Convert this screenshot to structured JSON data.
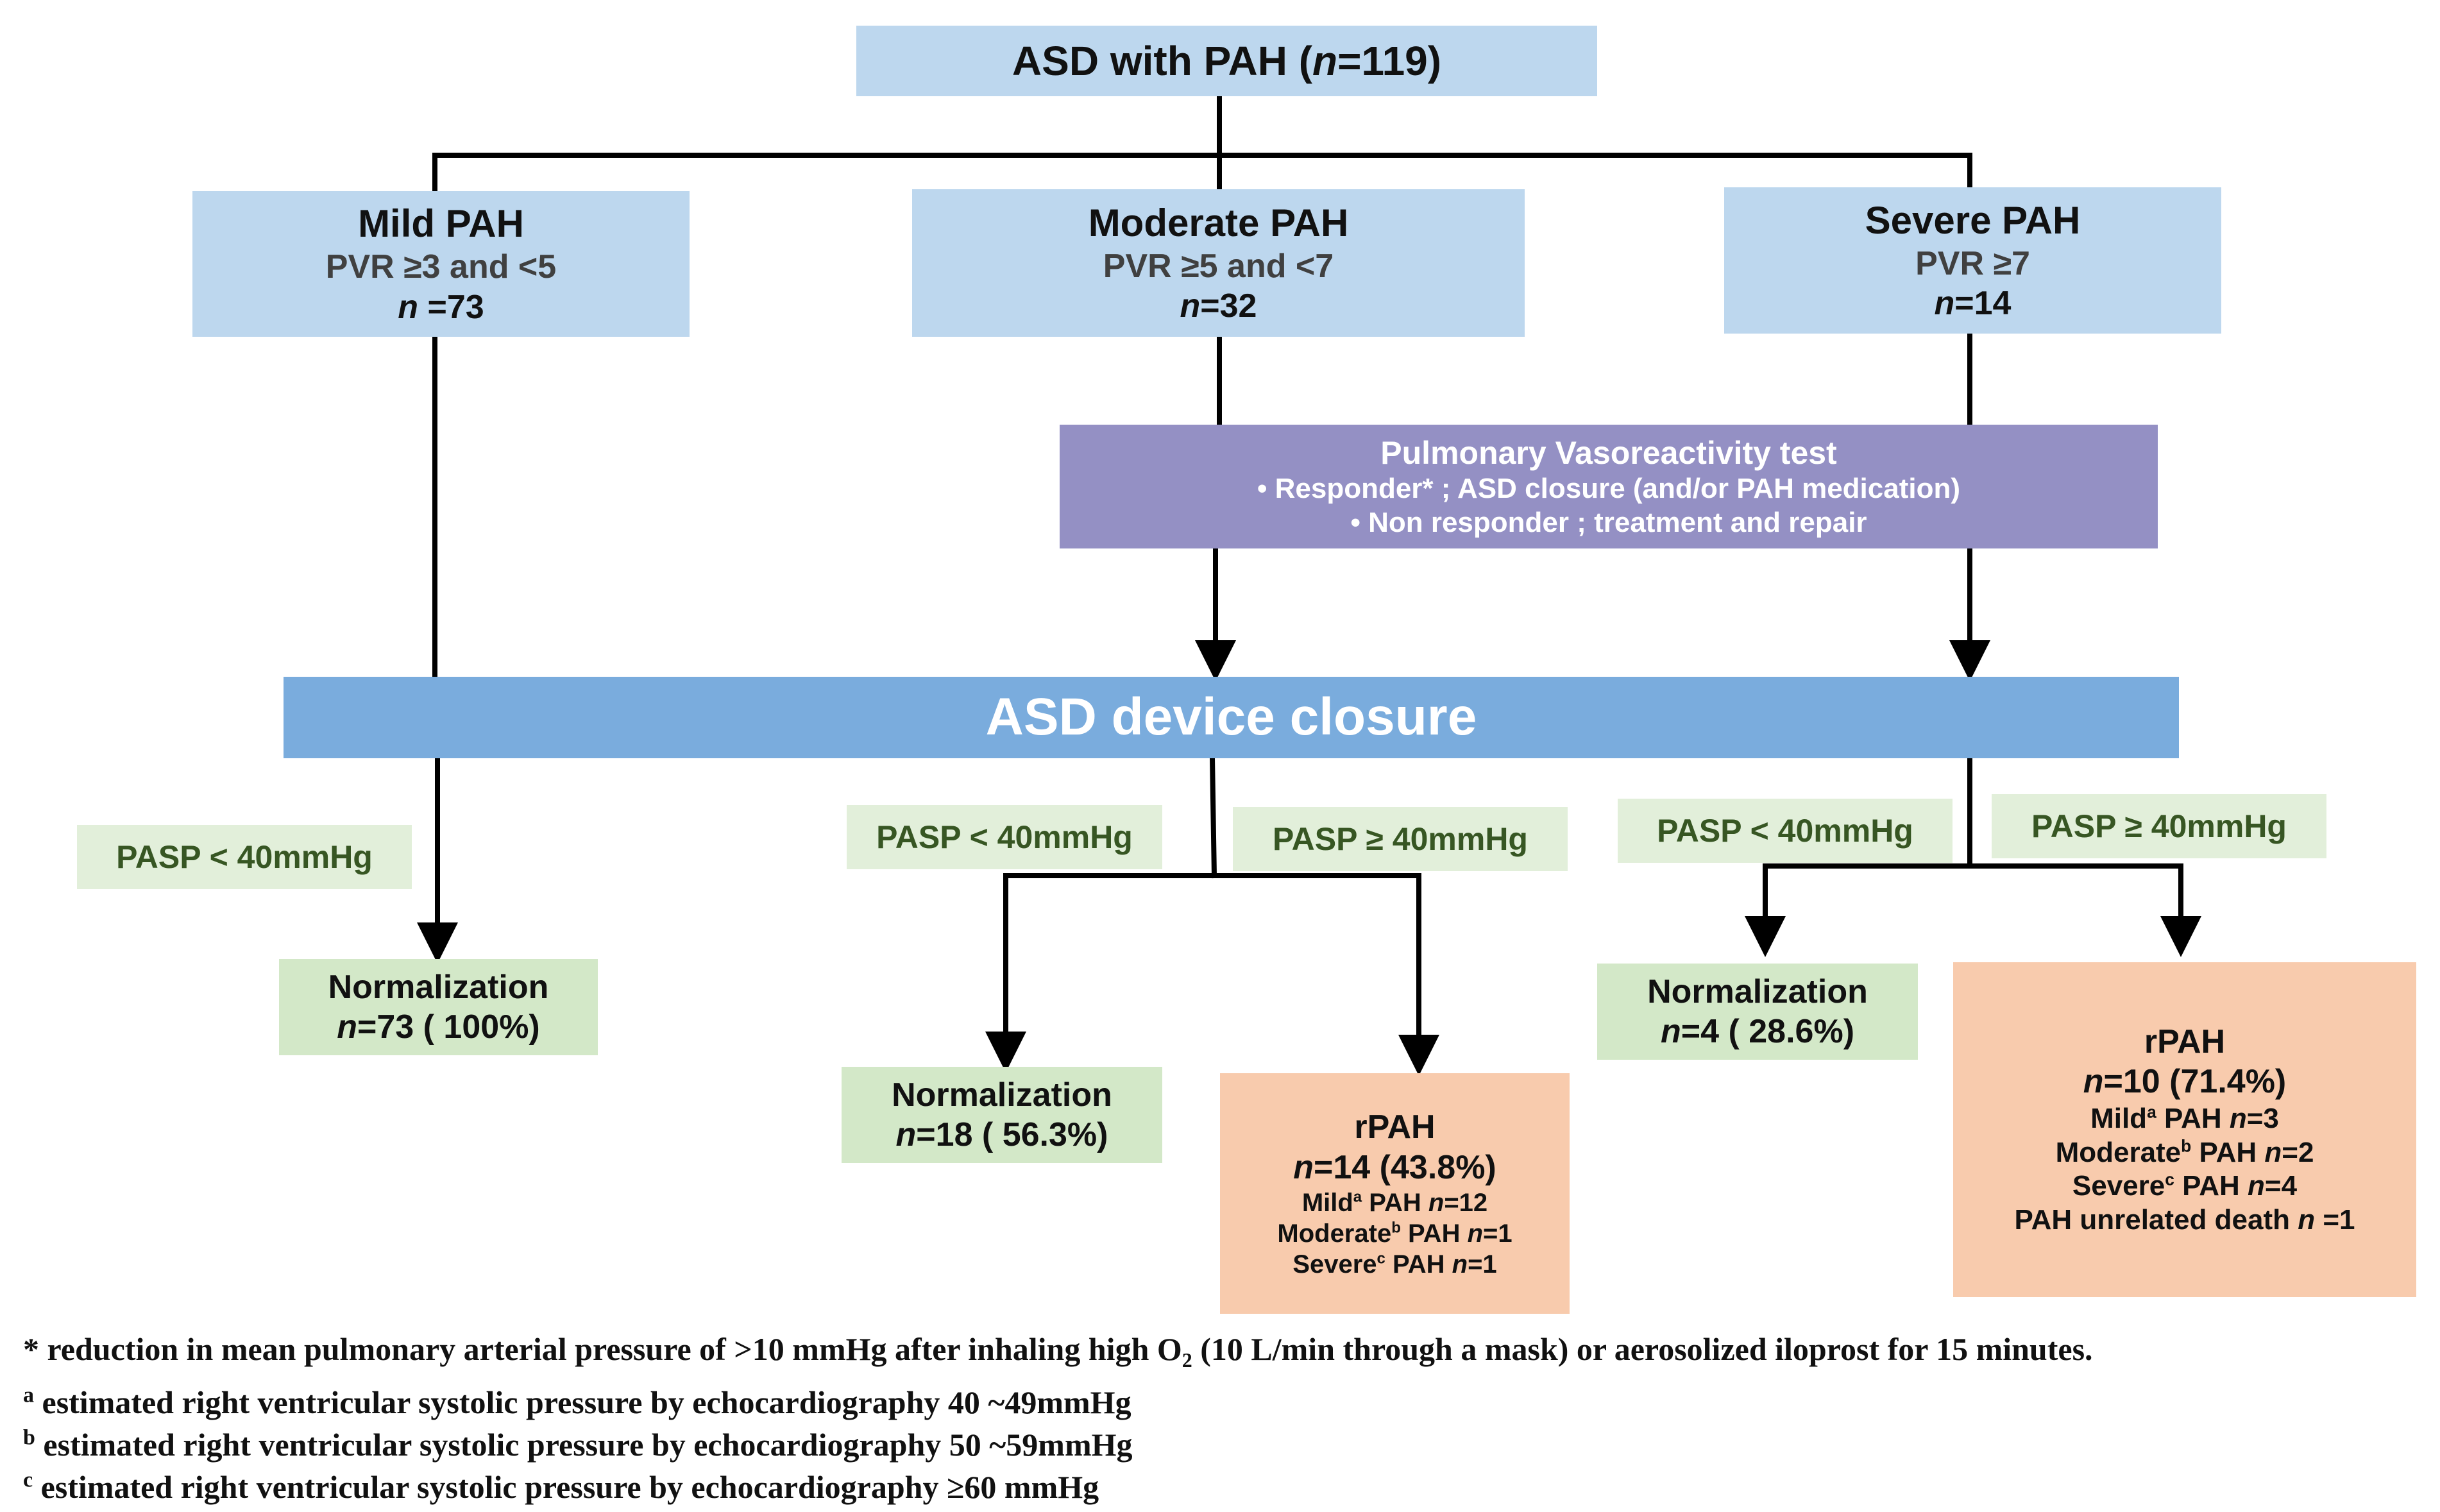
{
  "root": {
    "label": "ASD with PAH (",
    "n_label": "n",
    "n_value": "=119)"
  },
  "mild": {
    "title": "Mild PAH",
    "criteria": "PVR ≥3 and <5",
    "n_label": "n",
    "n_value": " =73"
  },
  "moderate": {
    "title": "Moderate PAH",
    "criteria": "PVR ≥5 and <7",
    "n_label": "n",
    "n_value": "=32"
  },
  "severe": {
    "title": "Severe PAH",
    "criteria": "PVR ≥7",
    "n_label": "n",
    "n_value": "=14"
  },
  "vasoreactivity": {
    "title": "Pulmonary Vasoreactivity test",
    "bullets": [
      "•  Responder* ; ASD closure (and/or PAH medication)",
      "•  Non responder ; treatment and repair"
    ]
  },
  "closure": {
    "label": "ASD device closure"
  },
  "pasp": {
    "mild_low": "PASP < 40mmHg",
    "mod_low": "PASP < 40mmHg",
    "mod_high": "PASP ≥ 40mmHg",
    "sev_low": "PASP < 40mmHg",
    "sev_high": "PASP ≥ 40mmHg"
  },
  "outcomes": {
    "mild_norm": {
      "title": "Normalization",
      "n_label": "n",
      "n_value": "=73 ( 100%)"
    },
    "mod_norm": {
      "title": "Normalization",
      "n_label": "n",
      "n_value": "=18 ( 56.3%)"
    },
    "mod_rpah": {
      "title": "rPAH",
      "n_label": "n",
      "n_value": "=14 (43.8%)",
      "items": [
        {
          "pre": "Mild",
          "sup": "a",
          "post": " PAH ",
          "n_label": "n",
          "n_value": "=12"
        },
        {
          "pre": "Moderate",
          "sup": "b",
          "post": " PAH ",
          "n_label": "n",
          "n_value": "=1"
        },
        {
          "pre": "Severe",
          "sup": "c",
          "post": " PAH ",
          "n_label": "n",
          "n_value": "=1"
        }
      ]
    },
    "sev_norm": {
      "title": "Normalization",
      "n_label": "n",
      "n_value": "=4 ( 28.6%)"
    },
    "sev_rpah": {
      "title": "rPAH",
      "n_label": "n",
      "n_value": "=10 (71.4%)",
      "items": [
        {
          "pre": "Mild",
          "sup": "a",
          "post": " PAH ",
          "n_label": "n",
          "n_value": "=3"
        },
        {
          "pre": "Moderate",
          "sup": "b",
          "post": " PAH ",
          "n_label": "n",
          "n_value": "=2"
        },
        {
          "pre": "Severe",
          "sup": "c",
          "post": " PAH ",
          "n_label": "n",
          "n_value": "=4"
        }
      ],
      "death": {
        "pre": "PAH unrelated death ",
        "n_label": "n",
        "n_value": " =1"
      }
    }
  },
  "footnotes": [
    {
      "mark": "*",
      "text": " reduction in mean pulmonary arterial pressure of >10 mmHg after inhaling high O",
      "sub": "2",
      "tail": " (10 L/min through a mask) or aerosolized iloprost for 15 minutes."
    },
    {
      "mark": "a",
      "text": " estimated right ventricular systolic pressure by echocardiography 40 ~49mmHg"
    },
    {
      "mark": "b",
      "text": " estimated right ventricular systolic pressure by echocardiography 50 ~59mmHg"
    },
    {
      "mark": "c",
      "text": " estimated right ventricular systolic pressure by echocardiography ≥60 mmHg"
    }
  ]
}
